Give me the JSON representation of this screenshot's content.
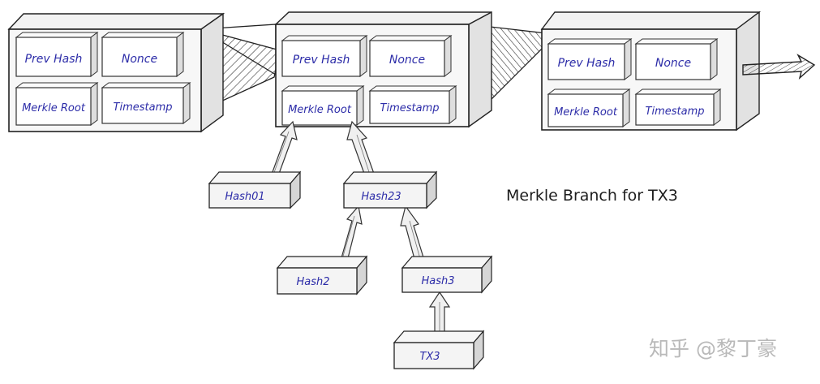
{
  "blocks": [
    {
      "prev_hash": "Prev Hash",
      "nonce": "Nonce",
      "merkle_root": "Merkle Root",
      "timestamp": "Timestamp"
    },
    {
      "prev_hash": "Prev Hash",
      "nonce": "Nonce",
      "merkle_root": "Merkle Root",
      "timestamp": "Timestamp"
    },
    {
      "prev_hash": "Prev Hash",
      "nonce": "Nonce",
      "merkle_root": "Merkle Root",
      "timestamp": "Timestamp"
    }
  ],
  "nodes": {
    "hash01": "Hash01",
    "hash23": "Hash23",
    "hash2": "Hash2",
    "hash3": "Hash3",
    "tx3": "TX3"
  },
  "caption": "Merkle Branch for TX3",
  "watermark": "知乎 @黎丁豪"
}
